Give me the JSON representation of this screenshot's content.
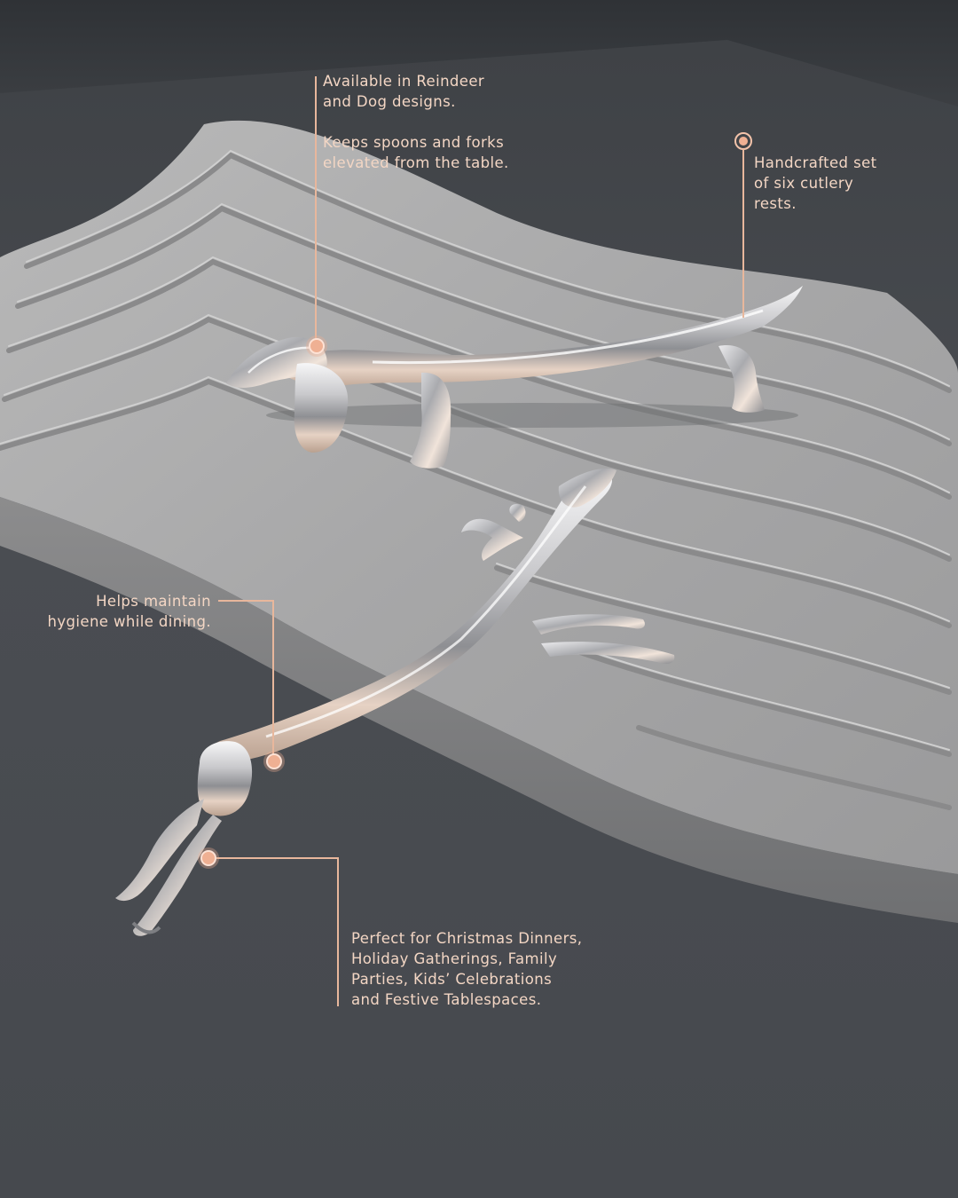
{
  "callouts": {
    "designs": "Available in Reindeer\nand Dog designs.",
    "elevated": "Keeps spoons and forks\nelevated from the table.",
    "handcrafted": "Handcrafted set\nof six cutlery\nrests.",
    "hygiene": "Helps maintain\nhygiene while dining.",
    "occasions": "Perfect for Christmas Dinners,\nHoliday Gatherings, Family\nParties, Kids’ Celebrations\nand Festive Tablespaces."
  },
  "colors": {
    "background": "#45484d",
    "accent": "#efb093",
    "text": "#f3d6c4",
    "tray": "#a9a9a9",
    "chrome": "#d9d9dc"
  }
}
